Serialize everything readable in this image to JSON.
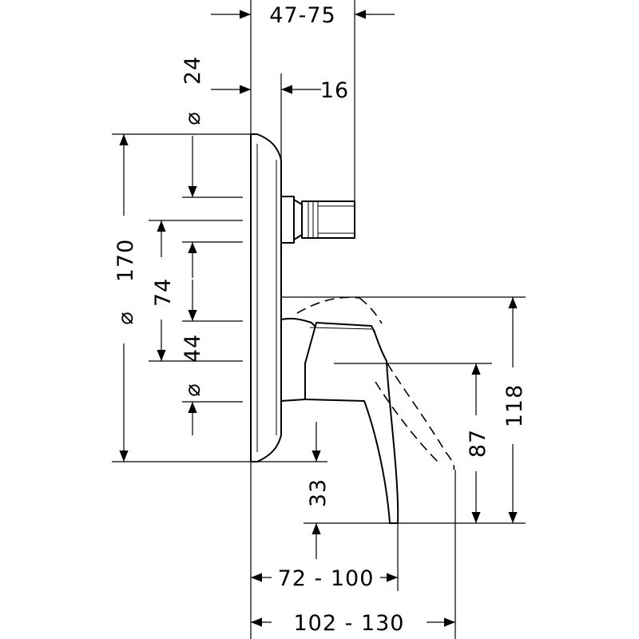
{
  "dimensions": {
    "top_depth": "47-75",
    "cap_diameter": "24",
    "cap_offset": "16",
    "plate_diameter": "170",
    "hole_spacing": "74",
    "spindle_diameter": "44",
    "spout_bottom": "33",
    "handle_reach": "72 - 100",
    "total_reach": "102 - 130",
    "handle_height": "87",
    "total_height": "118"
  },
  "symbols": {
    "diameter": "⌀"
  }
}
